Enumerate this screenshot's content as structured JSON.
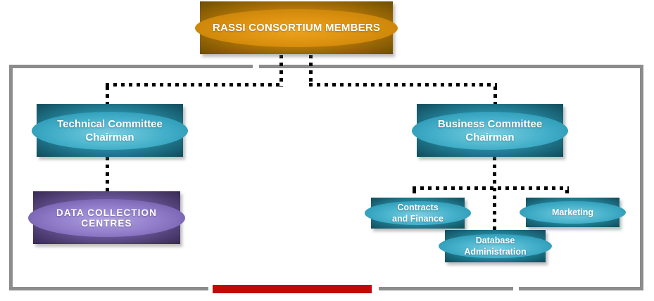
{
  "org_chart": {
    "root": {
      "label": "RASSI CONSORTIUM MEMBERS"
    },
    "level2": [
      {
        "line1": "Technical Committee",
        "line2": "Chairman"
      },
      {
        "line1": "Business Committee",
        "line2": "Chairman"
      }
    ],
    "technical_child": {
      "label": "DATA COLLECTION CENTRES"
    },
    "business_children": [
      {
        "line1": "Contracts",
        "line2": "and Finance"
      },
      {
        "line1": "Database",
        "line2": "Administration"
      },
      {
        "line1": "Marketing"
      }
    ],
    "colors": {
      "root_gold": "#DD9110",
      "root_dark": "#6E4E02",
      "committee_teal": "#2E9FBA",
      "committee_dark": "#114C5C",
      "data_centres_purple": "#8F7AC8",
      "data_centres_dark": "#372952",
      "connector_black": "#000000",
      "frame_gray": "#8C8C8C",
      "accent_red": "#C00909"
    }
  }
}
